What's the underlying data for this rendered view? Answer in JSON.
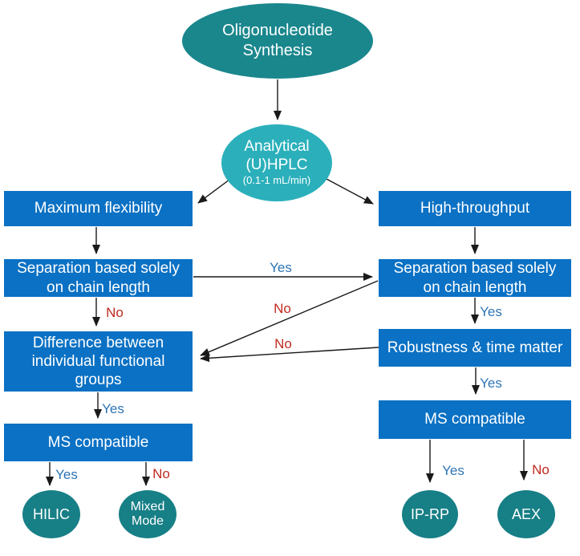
{
  "colors": {
    "box_blue": "#0a71c4",
    "teal_dark": "#1a878d",
    "teal_light": "#2bb0bb",
    "teal_circle": "#177f86",
    "yes_blue": "#2e75b6",
    "no_red": "#c02a20",
    "arrow": "#1a1a1a",
    "background": "#ffffff",
    "node_text": "#ffffff"
  },
  "nodes": {
    "start": {
      "line1": "Oligonucleotide",
      "line2": "Synthesis"
    },
    "analytical": {
      "line1": "Analytical",
      "line2": "(U)HPLC",
      "line3": "(0.1-1 mL/min)"
    },
    "max_flexibility": {
      "label": "Maximum flexibility"
    },
    "high_throughput": {
      "label": "High-throughput"
    },
    "separation_left": {
      "line1": "Separation based solely",
      "line2": "on chain length"
    },
    "separation_right": {
      "line1": "Separation based solely",
      "line2": "on chain length"
    },
    "difference": {
      "line1": "Difference between",
      "line2": "individual functional",
      "line3": "groups"
    },
    "robustness": {
      "label": "Robustness & time matter"
    },
    "ms_left": {
      "label": "MS compatible"
    },
    "ms_right": {
      "label": "MS compatible"
    },
    "hilic": {
      "label": "HILIC"
    },
    "mixed_mode": {
      "line1": "Mixed",
      "line2": "Mode"
    },
    "ip_rp": {
      "label": "IP-RP"
    },
    "aex": {
      "label": "AEX"
    }
  },
  "edge_labels": {
    "sep_cross_yes": "Yes",
    "sep_cross_no": "No",
    "robustness_cross_no": "No",
    "sep_left_no": "No",
    "difference_yes": "Yes",
    "ms_left_yes": "Yes",
    "ms_left_no": "No",
    "sep_right_yes": "Yes",
    "robustness_yes": "Yes",
    "ms_right_yes": "Yes",
    "ms_right_no": "No"
  }
}
